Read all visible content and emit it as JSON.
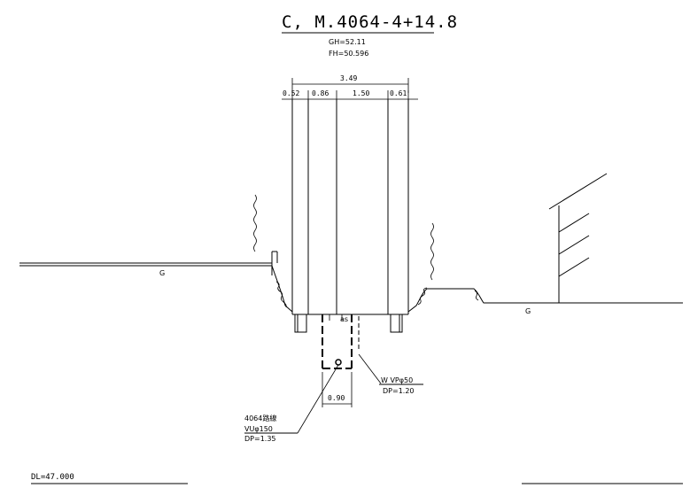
{
  "title": "C, M.4064-4+14.8",
  "gh": "GH=52.11",
  "fh": "FH=50.596",
  "dims": {
    "total": "3.49",
    "d1": "0.52",
    "d2": "0.86",
    "d3": "1.50",
    "d4": "0.61",
    "pipe_gap": "0.90"
  },
  "ground_label_left": "G",
  "ground_label_right": "G",
  "as_label": "as",
  "water": {
    "name": "W VPφ50",
    "dp": "DP=1.20"
  },
  "route": {
    "name": "4064路線",
    "pipe": "VUφ150",
    "dp": "DP=1.35"
  },
  "datum": "DL=47.000"
}
